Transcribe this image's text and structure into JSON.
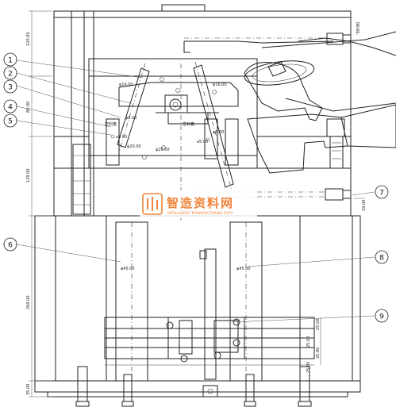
{
  "balloons": [
    "1",
    "2",
    "3",
    "4",
    "5",
    "6",
    "7",
    "8",
    "9"
  ],
  "dimensions_left": [
    "120.00",
    "80.00",
    "120.00",
    "260.00",
    "35.00"
  ],
  "dimensions_right_top": "10.00",
  "dimensions_right_mid": "19.00",
  "dimensions_right_lower": [
    "25.00",
    "25.00",
    "25.00",
    "25.00"
  ],
  "callouts": {
    "phi16_a": "φ16.00",
    "phi16_b": "φ16.00",
    "phi8_a": "φ8.00",
    "phi8_b": "φ8.00",
    "phi20": "φ20.00",
    "phi20_b": "φ20.00",
    "hole_a": "⌀5.00",
    "hole_b": "⌀5.00",
    "phi45_a": "φ45.00",
    "phi45_b": "φ45.00",
    "label_a": "密封盘",
    "label_b": "密封盘"
  },
  "watermark": {
    "cn": "智造资料网",
    "en": "INTELLIGENT MANUFACTURING DATA"
  }
}
